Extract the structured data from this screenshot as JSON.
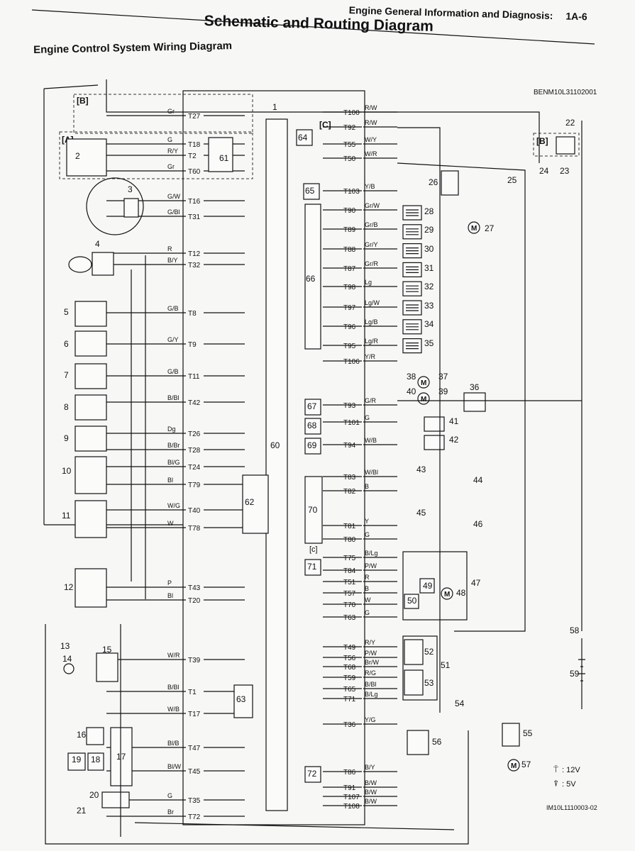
{
  "header": {
    "section": "Engine General Information and Diagnosis:",
    "page_ref": "1A-6",
    "title": "Schematic and Routing Diagram",
    "subtitle": "Engine Control System Wiring Diagram",
    "drawing_code": "BENM10L31102001",
    "figure_code": "IM10L1110003-02"
  },
  "legend": {
    "v12": ": 12V",
    "v5": ": 5V"
  },
  "regions": {
    "a": "[A]",
    "b": "[B]",
    "c": "[C]",
    "c_small": "[c]"
  },
  "ecm": {
    "main": "1",
    "body": "60"
  },
  "left_terminals": [
    {
      "id": "T27",
      "wire": "Gr"
    },
    {
      "id": "T18",
      "wire": "G"
    },
    {
      "id": "T2",
      "wire": "R/Y"
    },
    {
      "id": "T60",
      "wire": "Gr"
    },
    {
      "id": "T16",
      "wire": "G/W"
    },
    {
      "id": "T31",
      "wire": "G/Bl"
    },
    {
      "id": "T12",
      "wire": "R"
    },
    {
      "id": "T32",
      "wire": "B/Y"
    },
    {
      "id": "T8",
      "wire": "G/B"
    },
    {
      "id": "T9",
      "wire": "G/Y"
    },
    {
      "id": "T11",
      "wire": "G/B"
    },
    {
      "id": "T42",
      "wire": "B/Bl"
    },
    {
      "id": "T26",
      "wire": "Dg"
    },
    {
      "id": "T28",
      "wire": "B/Br"
    },
    {
      "id": "T24",
      "wire": "Bl/G"
    },
    {
      "id": "T79",
      "wire": "Bl"
    },
    {
      "id": "T40",
      "wire": "W/G"
    },
    {
      "id": "T78",
      "wire": "W"
    },
    {
      "id": "T43",
      "wire": "P"
    },
    {
      "id": "T20",
      "wire": "Bl"
    },
    {
      "id": "T39",
      "wire": "W/R"
    },
    {
      "id": "T1",
      "wire": "B/Bl"
    },
    {
      "id": "T17",
      "wire": "W/B"
    },
    {
      "id": "T47",
      "wire": "Bl/B"
    },
    {
      "id": "T45",
      "wire": "Bl/W"
    },
    {
      "id": "T35",
      "wire": "G"
    },
    {
      "id": "T72",
      "wire": "Br"
    }
  ],
  "right_terminals": [
    {
      "id": "T100",
      "wire": "R/W"
    },
    {
      "id": "T92",
      "wire": "R/W"
    },
    {
      "id": "T55",
      "wire": "W/Y"
    },
    {
      "id": "T50",
      "wire": "W/R"
    },
    {
      "id": "T103",
      "wire": "Y/B"
    },
    {
      "id": "T90",
      "wire": "Gr/W"
    },
    {
      "id": "T89",
      "wire": "Gr/B"
    },
    {
      "id": "T88",
      "wire": "Gr/Y"
    },
    {
      "id": "T87",
      "wire": "Gr/R"
    },
    {
      "id": "T98",
      "wire": "Lg"
    },
    {
      "id": "T97",
      "wire": "Lg/W"
    },
    {
      "id": "T96",
      "wire": "Lg/B"
    },
    {
      "id": "T95",
      "wire": "Lg/R"
    },
    {
      "id": "T106",
      "wire": "Y/R"
    },
    {
      "id": "T93",
      "wire": "G/R"
    },
    {
      "id": "T101",
      "wire": "G"
    },
    {
      "id": "T94",
      "wire": "W/B"
    },
    {
      "id": "T83",
      "wire": "W/Bl"
    },
    {
      "id": "T82",
      "wire": "B"
    },
    {
      "id": "T81",
      "wire": "Y"
    },
    {
      "id": "T80",
      "wire": "G"
    },
    {
      "id": "T75",
      "wire": "B/Lg"
    },
    {
      "id": "T84",
      "wire": "P/W"
    },
    {
      "id": "T51",
      "wire": "R"
    },
    {
      "id": "T57",
      "wire": "B"
    },
    {
      "id": "T70",
      "wire": "W"
    },
    {
      "id": "T63",
      "wire": "G"
    },
    {
      "id": "T49",
      "wire": "R/Y"
    },
    {
      "id": "T56",
      "wire": "P/W"
    },
    {
      "id": "T68",
      "wire": "Br/W"
    },
    {
      "id": "T59",
      "wire": "R/G"
    },
    {
      "id": "T65",
      "wire": "B/Bl"
    },
    {
      "id": "T71",
      "wire": "B/Lg"
    },
    {
      "id": "T36",
      "wire": "Y/G"
    },
    {
      "id": "T86",
      "wire": "B/Y"
    },
    {
      "id": "T91",
      "wire": "B/W"
    },
    {
      "id": "T107",
      "wire": "B/W"
    },
    {
      "id": "T108",
      "wire": "B/W"
    }
  ],
  "components": [
    "2",
    "3",
    "4",
    "5",
    "6",
    "7",
    "8",
    "9",
    "10",
    "11",
    "12",
    "13",
    "14",
    "15",
    "16",
    "17",
    "18",
    "19",
    "20",
    "21",
    "22",
    "23",
    "24",
    "25",
    "26",
    "27",
    "28",
    "29",
    "30",
    "31",
    "32",
    "33",
    "34",
    "35",
    "36",
    "37",
    "38",
    "39",
    "40",
    "41",
    "42",
    "43",
    "44",
    "45",
    "46",
    "47",
    "48",
    "49",
    "50",
    "51",
    "52",
    "53",
    "54",
    "55",
    "56",
    "57",
    "58",
    "59",
    "61",
    "62",
    "63",
    "64",
    "65",
    "66",
    "67",
    "68",
    "69",
    "70",
    "71",
    "72"
  ],
  "motor_symbol": "M"
}
